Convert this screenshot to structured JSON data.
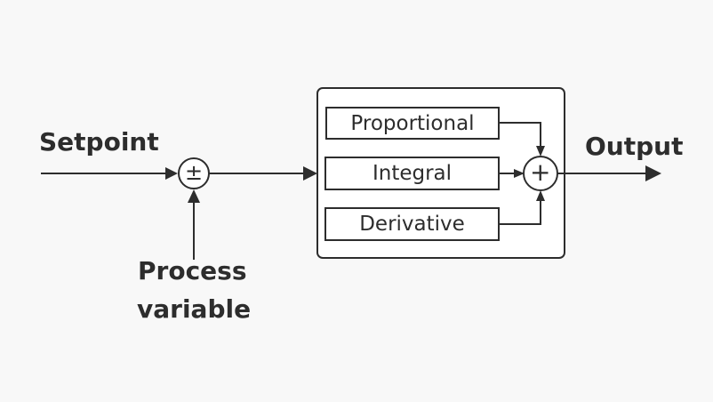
{
  "labels": {
    "setpoint": "Setpoint",
    "process_variable_line1": "Process",
    "process_variable_line2": "variable",
    "output": "Output"
  },
  "controller": {
    "terms": [
      "Proportional",
      "Integral",
      "Derivative"
    ]
  },
  "symbols": {
    "error_junction": "±",
    "sum_junction": "+"
  },
  "colors": {
    "background": "#f8f8f8",
    "stroke": "#2d2d2d",
    "box_fill": "#ffffff"
  }
}
